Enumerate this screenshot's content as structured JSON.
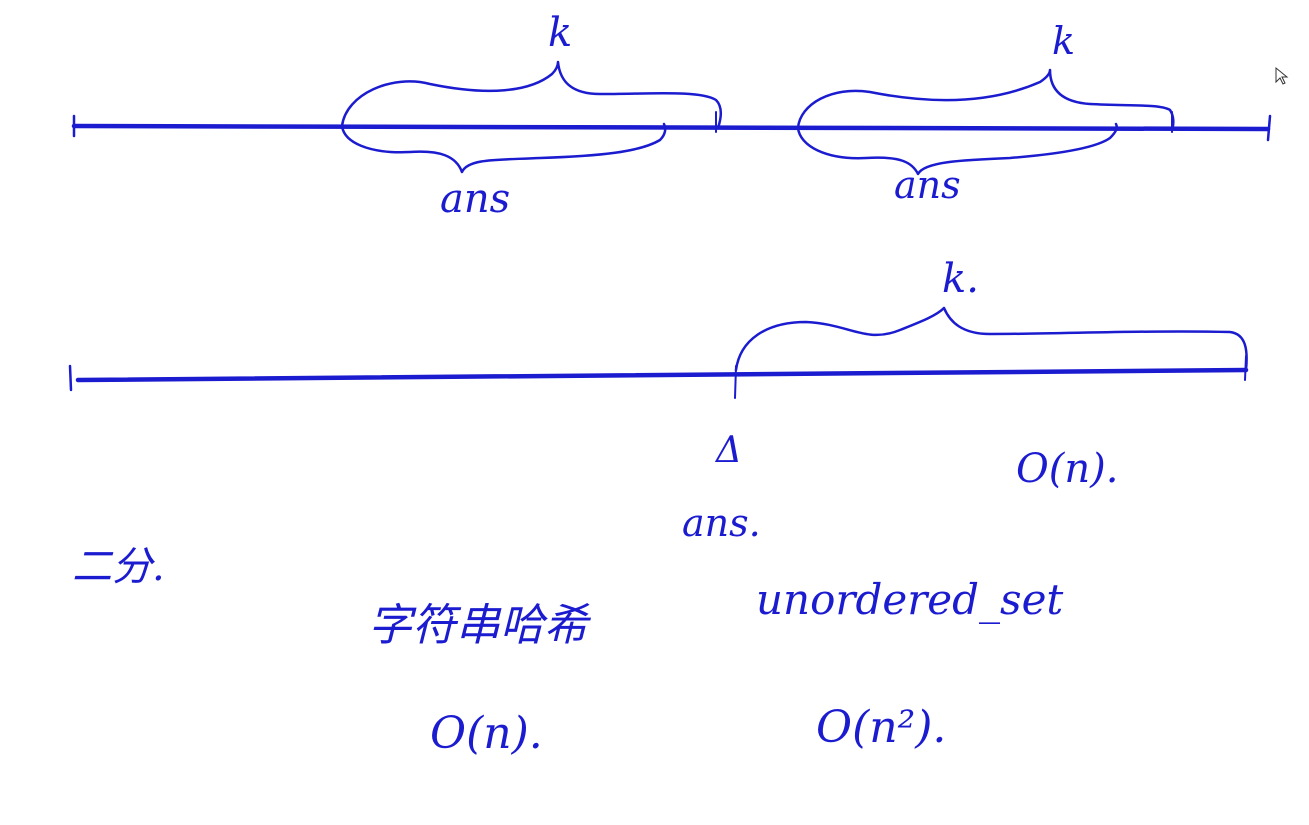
{
  "canvas": {
    "background": "#ffffff",
    "ink_color": "#1b1bd0"
  },
  "diagram_1": {
    "brace_label_left": "k",
    "brace_label_right": "k",
    "under_label_left": "ans",
    "under_label_right": "ans"
  },
  "diagram_2": {
    "brace_label": "k.",
    "pointer_mark": "Δ",
    "pointer_label": "ans.",
    "complexity": "O(n)."
  },
  "notes": {
    "binary_search": "二分.",
    "string_hash": "字符串哈希",
    "string_hash_complexity": "O(n).",
    "container": "unordered_set",
    "container_complexity": "O(n²)."
  }
}
